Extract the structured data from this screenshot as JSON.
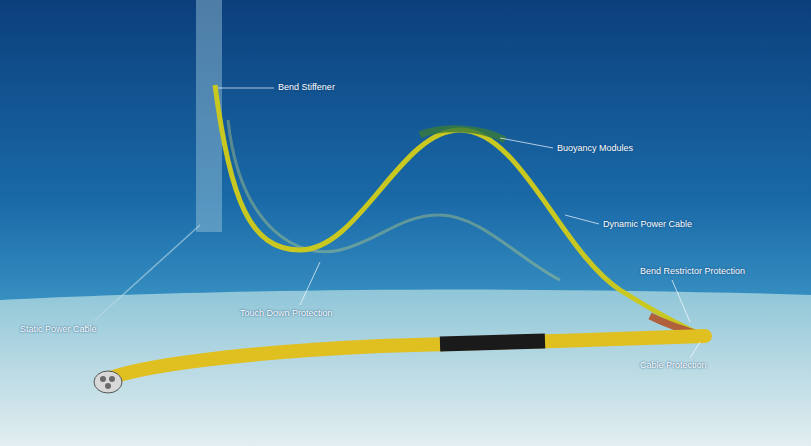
{
  "diagram": {
    "labels": [
      "Bend Stiffener",
      "Buoyancy Modules",
      "Dynamic Power Cable",
      "Bend Restrictor Protection",
      "Touch Down Protection",
      "Static Power Cable",
      "Cable Protection"
    ]
  }
}
